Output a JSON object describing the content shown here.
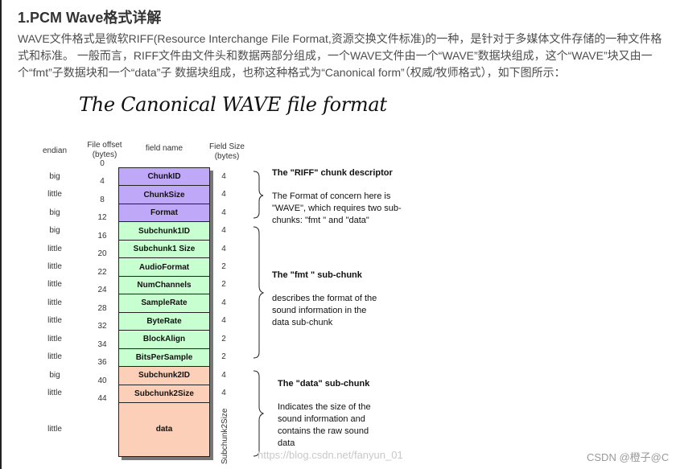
{
  "article": {
    "heading": "1.PCM Wave格式详解",
    "paragraph": "WAVE文件格式是微软RIFF(Resource Interchange File Format,资源交换文件标准)的一种，是针对于多媒体文件存储的一种文件格式和标准。 一般而言，RIFF文件由文件头和数据两部分组成，一个WAVE文件由一个“WAVE”数据块组成，这个“WAVE”块又由一个“fmt”子数据块和一个“data”子 数据块组成，也称这种格式为“Canonical form”（权威/牧师格式），如下图所示："
  },
  "diagram": {
    "title": "The Canonical WAVE file format",
    "headers": {
      "endian": "endian",
      "offset": "File offset\n(bytes)",
      "field": "field name",
      "size": "Field Size\n(bytes)"
    },
    "colors": {
      "riff": "#c0a8f8",
      "fmt": "#c8ffd0",
      "data": "#fcd0b8"
    },
    "rows": [
      {
        "endian": "big",
        "offset": "0",
        "field": "ChunkID",
        "size": "4",
        "group": "riff"
      },
      {
        "endian": "little",
        "offset": "4",
        "field": "ChunkSize",
        "size": "4",
        "group": "riff"
      },
      {
        "endian": "big",
        "offset": "8",
        "field": "Format",
        "size": "4",
        "group": "riff"
      },
      {
        "endian": "big",
        "offset": "12",
        "field": "Subchunk1ID",
        "size": "4",
        "group": "fmt"
      },
      {
        "endian": "little",
        "offset": "16",
        "field": "Subchunk1 Size",
        "size": "4",
        "group": "fmt"
      },
      {
        "endian": "little",
        "offset": "20",
        "field": "AudioFormat",
        "size": "2",
        "group": "fmt"
      },
      {
        "endian": "little",
        "offset": "22",
        "field": "NumChannels",
        "size": "2",
        "group": "fmt"
      },
      {
        "endian": "little",
        "offset": "24",
        "field": "SampleRate",
        "size": "4",
        "group": "fmt"
      },
      {
        "endian": "little",
        "offset": "28",
        "field": "ByteRate",
        "size": "4",
        "group": "fmt"
      },
      {
        "endian": "little",
        "offset": "32",
        "field": "BlockAlign",
        "size": "2",
        "group": "fmt"
      },
      {
        "endian": "little",
        "offset": "34",
        "field": "BitsPerSample",
        "size": "2",
        "group": "fmt"
      },
      {
        "endian": "big",
        "offset": "36",
        "field": "Subchunk2ID",
        "size": "4",
        "group": "data"
      },
      {
        "endian": "little",
        "offset": "40",
        "field": "Subchunk2Size",
        "size": "4",
        "group": "data"
      },
      {
        "endian": "little",
        "offset": "44",
        "field": "data",
        "size": "Subchunk2Size",
        "group": "data"
      }
    ],
    "notes": {
      "riff_title": "The \"RIFF\" chunk descriptor",
      "riff_text": "The Format of concern here is \"WAVE\", which requires two sub-chunks: \"fmt \" and \"data\"",
      "fmt_title": "The \"fmt \" sub-chunk",
      "fmt_text": "describes the format of the sound information in the data sub-chunk",
      "data_title": "The \"data\" sub-chunk",
      "data_text": "Indicates the size of the sound information and contains the raw sound data"
    },
    "watermark_url": "https://blog.csdn.net/fanyun_01",
    "watermark_author": "CSDN @橙子@C"
  }
}
